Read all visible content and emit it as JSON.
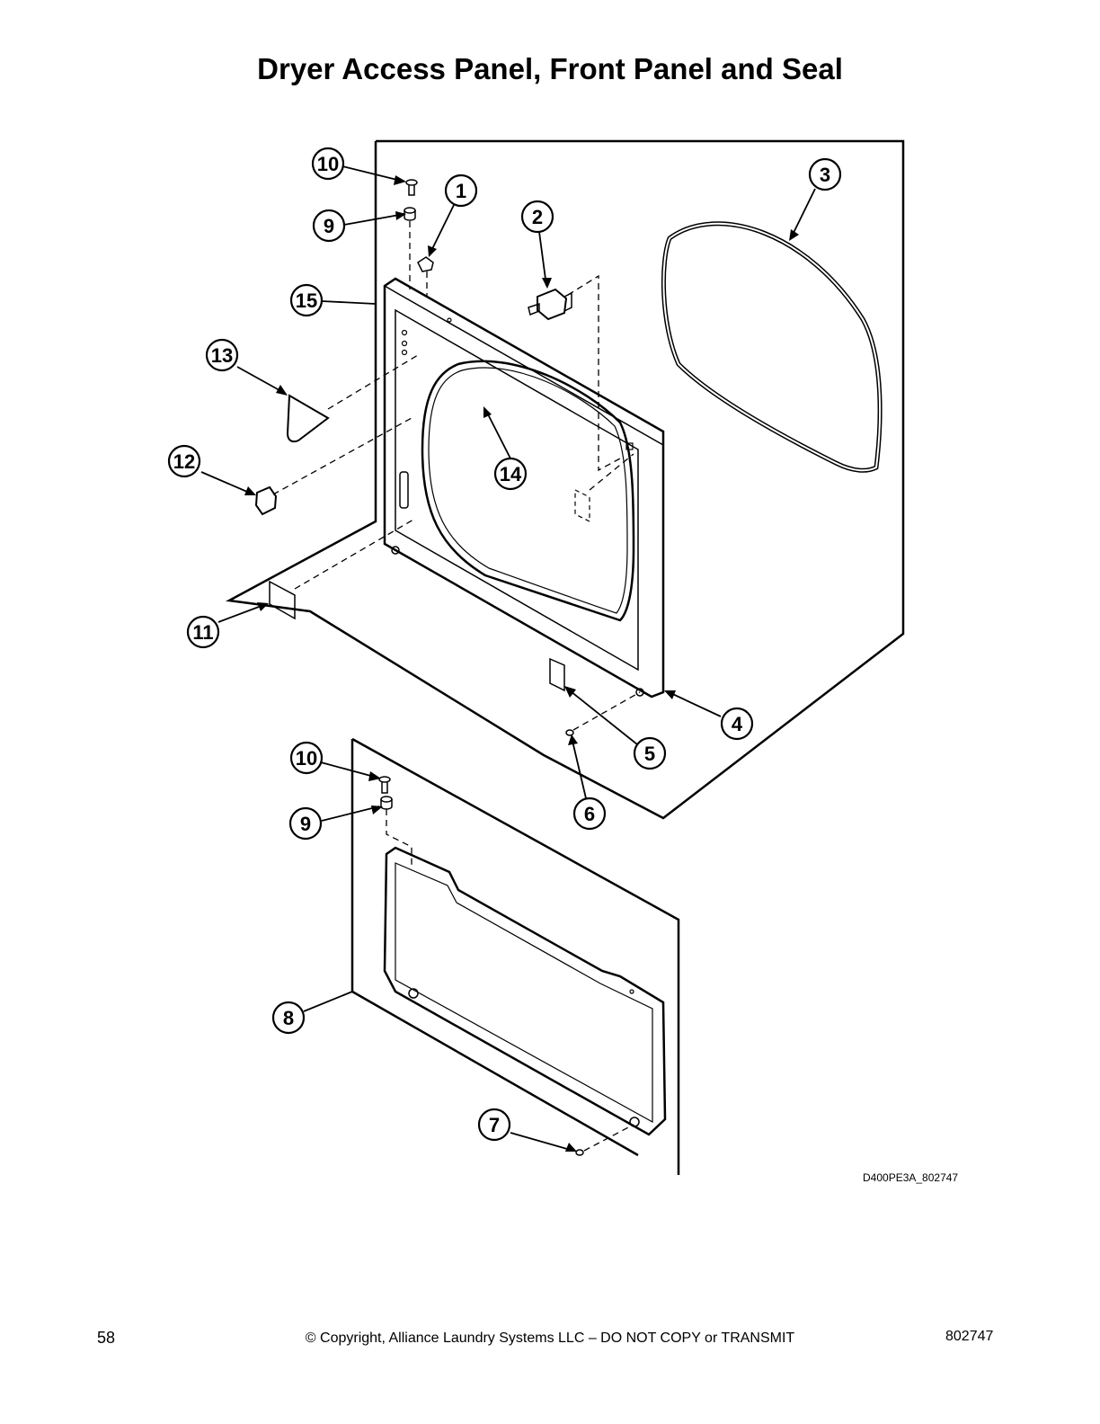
{
  "title": "Dryer Access Panel, Front Panel and Seal",
  "drawing_id": "D400PE3A_802747",
  "footer": {
    "page_number": "58",
    "copyright": "© Copyright, Alliance Laundry Systems LLC – DO NOT COPY or TRANSMIT",
    "document_number": "802747"
  },
  "callouts": {
    "c1": "1",
    "c2": "2",
    "c3": "3",
    "c4": "4",
    "c5": "5",
    "c6": "6",
    "c7": "7",
    "c8": "8",
    "c9a": "9",
    "c9b": "9",
    "c10a": "10",
    "c10b": "10",
    "c11": "11",
    "c12": "12",
    "c13": "13",
    "c14": "14",
    "c15": "15"
  }
}
